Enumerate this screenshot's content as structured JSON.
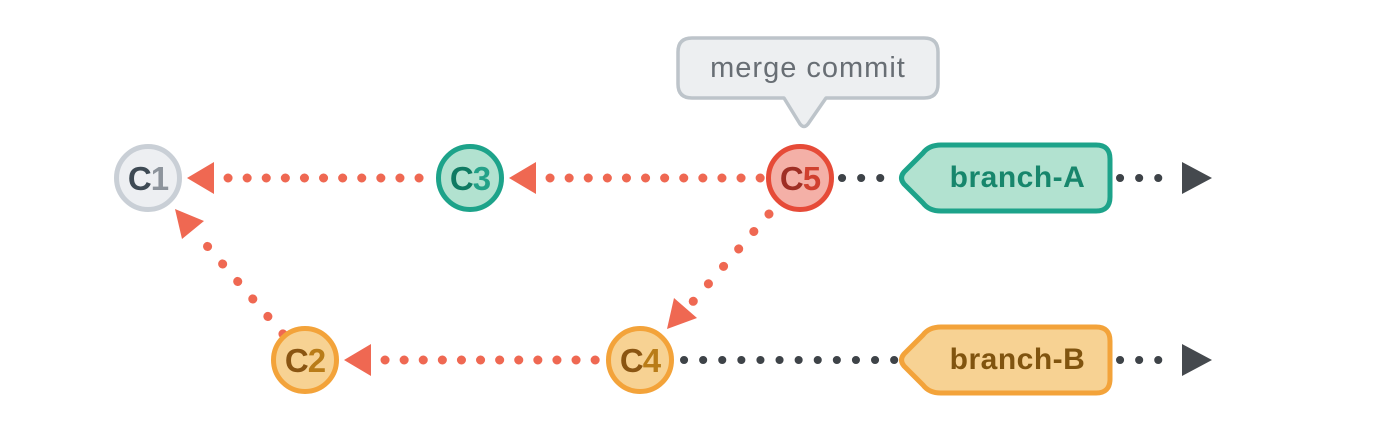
{
  "diagram": {
    "kind": "git-commit-graph-with-merge",
    "callout": {
      "label": "merge commit",
      "points_to": "C5"
    },
    "commits": [
      {
        "id": "C1",
        "prefix": "C",
        "digit": "1",
        "branch": "branch-A",
        "color_scheme": "gray"
      },
      {
        "id": "C2",
        "prefix": "C",
        "digit": "2",
        "branch": "branch-B",
        "color_scheme": "orange"
      },
      {
        "id": "C3",
        "prefix": "C",
        "digit": "3",
        "branch": "branch-A",
        "color_scheme": "teal"
      },
      {
        "id": "C4",
        "prefix": "C",
        "digit": "4",
        "branch": "branch-B",
        "color_scheme": "orange"
      },
      {
        "id": "C5",
        "prefix": "C",
        "digit": "5",
        "branch": "branch-A",
        "color_scheme": "red"
      }
    ],
    "branches": [
      {
        "label": "branch-A",
        "color_scheme": "teal",
        "head": "C5"
      },
      {
        "label": "branch-B",
        "color_scheme": "orange",
        "head": "C4"
      }
    ],
    "parent_links": [
      {
        "from": "C3",
        "to": "C1"
      },
      {
        "from": "C5",
        "to": "C3"
      },
      {
        "from": "C5",
        "to": "C4"
      },
      {
        "from": "C4",
        "to": "C2"
      },
      {
        "from": "C2",
        "to": "C1"
      }
    ],
    "colors": {
      "background": "#ffffff",
      "parent_link_arrow": "#ef6852",
      "timeline_dots": "#3e4348",
      "timeline_arrow": "#45494e",
      "commit_gray": {
        "border": "#c9cfd6",
        "fill": "#edeff2",
        "letter": "#3e4a54",
        "digit": "#8d949c"
      },
      "commit_teal": {
        "border": "#1da38a",
        "fill": "#b2e2d0",
        "letter": "#0f7a62",
        "digit": "#23a188"
      },
      "commit_orange": {
        "border": "#f3a33a",
        "fill": "#f7d293",
        "letter": "#8a5512",
        "digit": "#b97c18"
      },
      "commit_red": {
        "border": "#e64b38",
        "fill": "#f4b0a7",
        "letter": "#9e2e24",
        "digit": "#d0402f"
      },
      "tag_teal": {
        "border": "#1da38a",
        "fill": "#b2e2d0",
        "text": "#17866c"
      },
      "tag_orange": {
        "border": "#f3a33a",
        "fill": "#f7d293",
        "text": "#80540f"
      },
      "callout": {
        "border": "#bdc4ca",
        "fill": "#edeff1",
        "text": "#686e74"
      }
    }
  }
}
